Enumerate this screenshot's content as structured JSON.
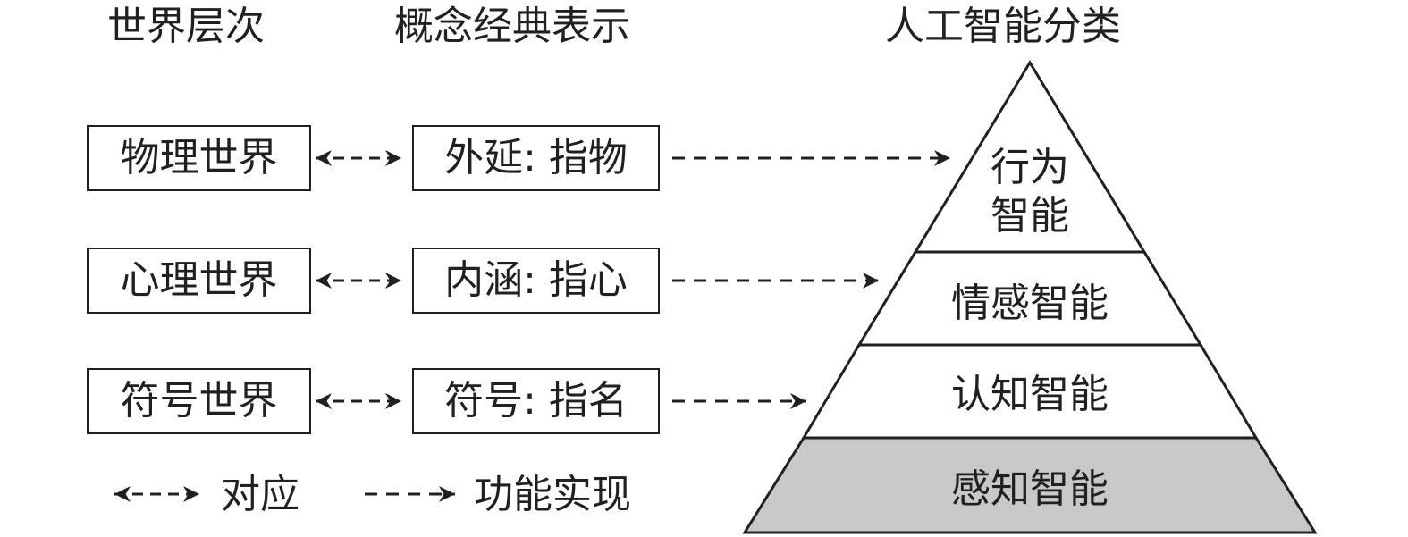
{
  "headers": {
    "world_levels": "世界层次",
    "concept_representation": "概念经典表示",
    "ai_classification": "人工智能分类"
  },
  "rows": [
    {
      "world": "物理世界",
      "concept": "外延: 指物"
    },
    {
      "world": "心理世界",
      "concept": "内涵: 指心"
    },
    {
      "world": "符号世界",
      "concept": "符号: 指名"
    }
  ],
  "pyramid": {
    "layers": [
      {
        "line1": "行为",
        "line2": "智能",
        "highlight": false
      },
      {
        "line1": "情感智能",
        "highlight": false
      },
      {
        "line1": "认知智能",
        "highlight": false
      },
      {
        "line1": "感知智能",
        "highlight": true
      }
    ],
    "highlight_color": "#c8c8c8"
  },
  "legend": {
    "correspondence": "对应",
    "implementation": "功能实现"
  },
  "colors": {
    "stroke": "#231f20",
    "background": "#ffffff"
  }
}
